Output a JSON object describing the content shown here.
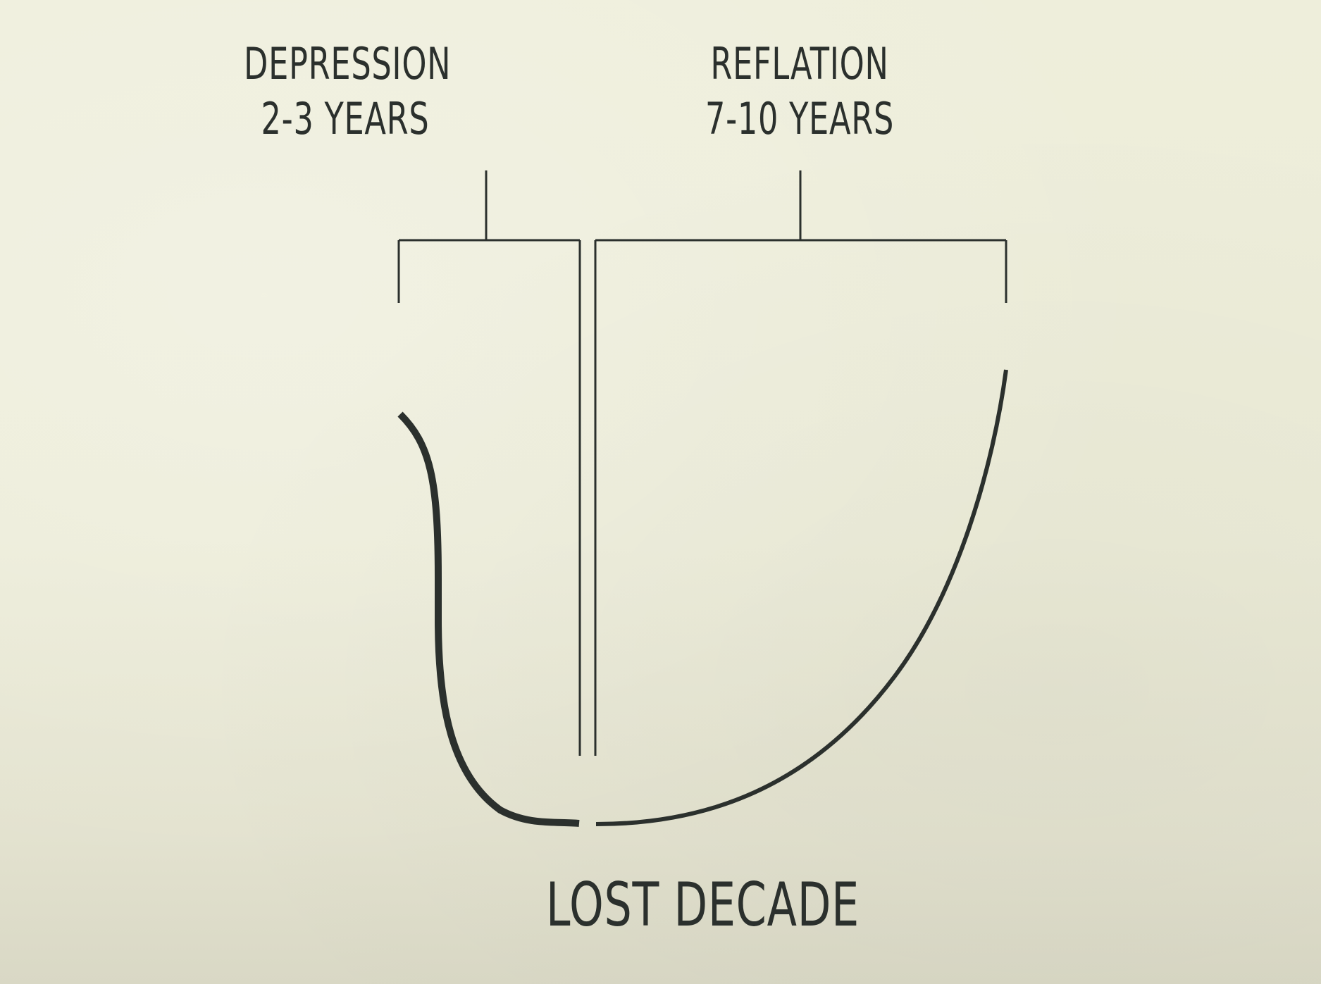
{
  "labels": {
    "depression": {
      "line1": "DEPRESSION",
      "line2": "2-3 YEARS"
    },
    "reflation": {
      "line1": "REFLATION",
      "line2": "7-10 YEARS"
    },
    "lost_decade": "LOST DECADE"
  },
  "colors": {
    "background": "#eeeedb",
    "ink": "#2b302d"
  }
}
